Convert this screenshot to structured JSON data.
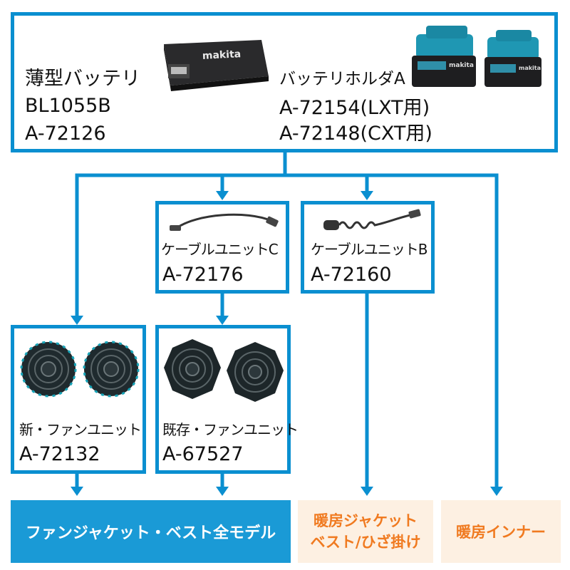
{
  "colors": {
    "line": "#0a8fd0",
    "fan_category_bg": "#1a9ad6",
    "heat_category_bg": "#fdf0e2",
    "heat_text": "#f07a20"
  },
  "top": {
    "battery": {
      "name": "薄型バッテリ",
      "model": "BL1055B",
      "part": "A-72126"
    },
    "holder": {
      "name": "バッテリホルダA",
      "part_lxt": "A-72154(LXT用)",
      "part_cxt": "A-72148(CXT用)"
    }
  },
  "cables": [
    {
      "name": "ケーブルユニットC",
      "part": "A-72176"
    },
    {
      "name": "ケーブルユニットB",
      "part": "A-72160"
    }
  ],
  "fans": [
    {
      "name": "新・ファンユニット",
      "part": "A-72132"
    },
    {
      "name": "既存・ファンユニット",
      "part": "A-67527"
    }
  ],
  "categories": {
    "fan": "ファンジャケット・ベスト全モデル",
    "heat_jacket_line1": "暖房ジャケット",
    "heat_jacket_line2": "ベスト/ひざ掛け",
    "heat_inner": "暖房インナー"
  },
  "icons": {
    "battery": "slim-battery-icon",
    "holder": "battery-holder-icon",
    "cable": "cable-icon",
    "fan": "fan-unit-icon"
  }
}
